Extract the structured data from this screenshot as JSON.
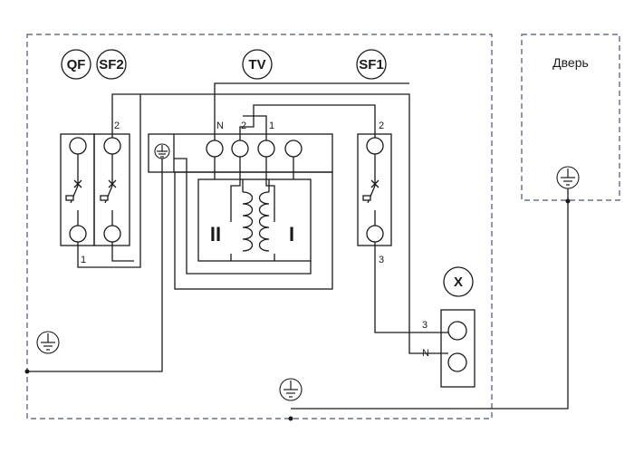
{
  "components": {
    "qf": "QF",
    "sf2": "SF2",
    "tv": "TV",
    "sf1": "SF1",
    "x": "X"
  },
  "door_label": "Дверь",
  "terminals": {
    "sf2_top": "2",
    "qf_bottom": "1",
    "tv_n": "N",
    "tv_2": "2",
    "tv_1": "1",
    "sf1_top": "2",
    "sf1_bottom": "3",
    "x_3": "3",
    "x_n": "N"
  },
  "windings": {
    "secondary": "II",
    "primary": "I"
  }
}
